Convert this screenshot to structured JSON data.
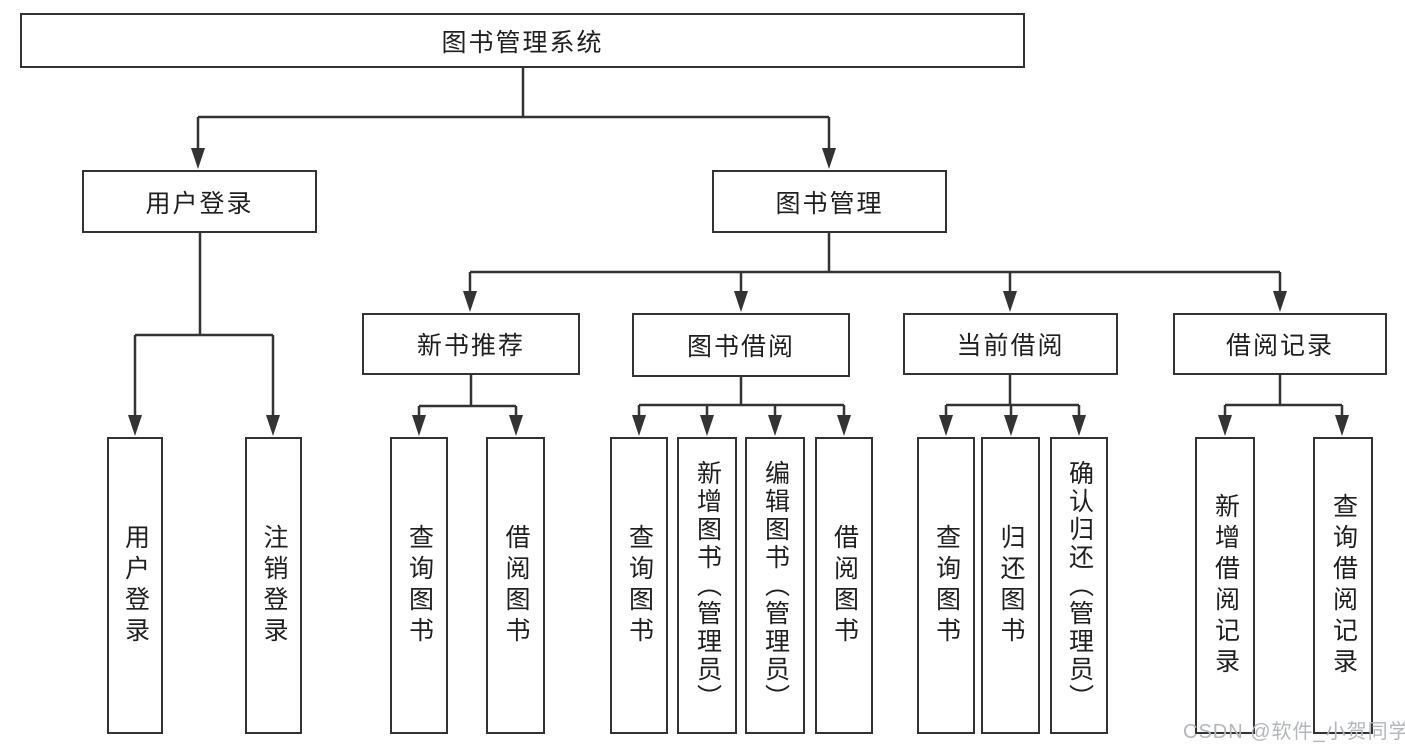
{
  "tree": {
    "root": "图书管理系统",
    "level2": [
      {
        "label": "用户登录",
        "children": [
          "用户登录",
          "注销登录"
        ]
      },
      {
        "label": "图书管理"
      }
    ],
    "level3": [
      {
        "label": "新书推荐",
        "children": [
          "查询图书",
          "借阅图书"
        ]
      },
      {
        "label": "图书借阅",
        "children": [
          "查询图书",
          "新增图书（管理员）",
          "编辑图书（管理员）",
          "借阅图书"
        ]
      },
      {
        "label": "当前借阅",
        "children": [
          "查询图书",
          "归还图书",
          "确认归还（管理员）"
        ]
      },
      {
        "label": "借阅记录",
        "children": [
          "新增借阅记录",
          "查询借阅记录"
        ]
      }
    ]
  },
  "watermark": "CSDN @软件_小贺同学",
  "colors": {
    "line": "#333333",
    "text": "#1f1f1f",
    "background": "#ffffff",
    "watermark": "#b3b6bb"
  }
}
